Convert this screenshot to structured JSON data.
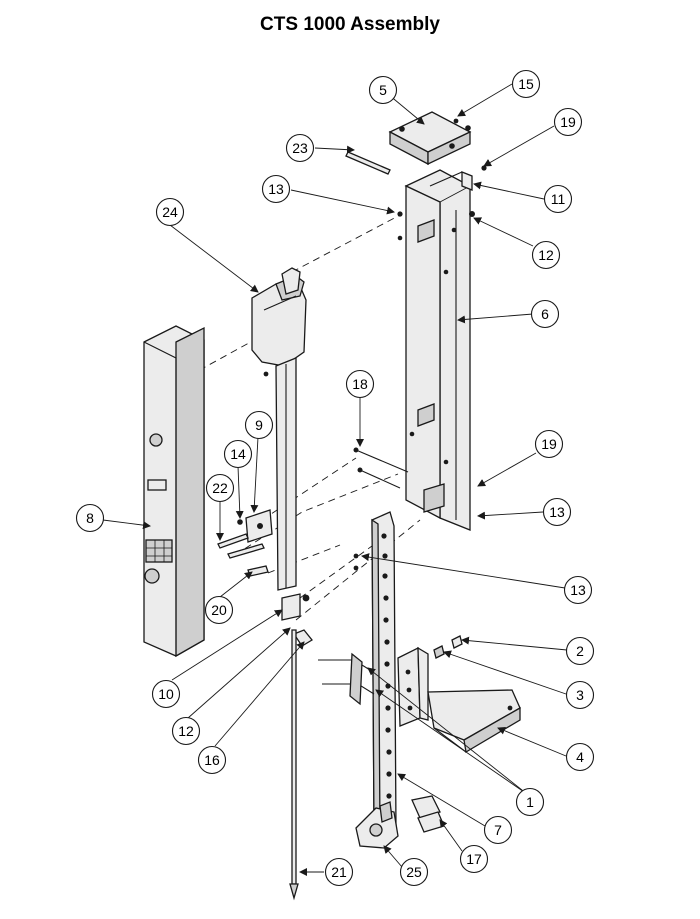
{
  "title": "CTS 1000 Assembly",
  "callouts": [
    "1",
    "2",
    "3",
    "4",
    "5",
    "6",
    "7",
    "8",
    "9",
    "10",
    "11",
    "12",
    "12",
    "13",
    "13",
    "13",
    "14",
    "15",
    "16",
    "17",
    "18",
    "19",
    "19",
    "20",
    "21",
    "22",
    "23",
    "24",
    "25"
  ]
}
